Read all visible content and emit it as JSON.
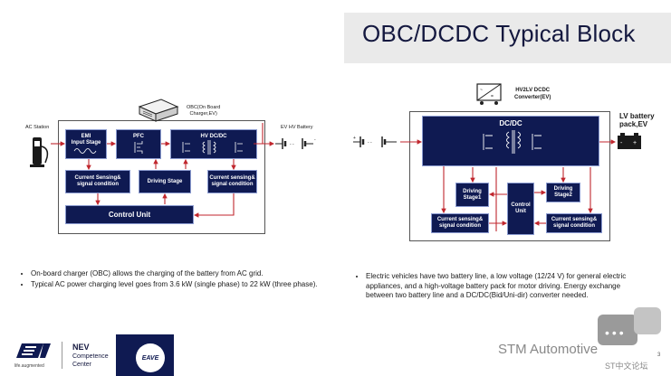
{
  "title": "OBC/DCDC Typical Block",
  "obc": {
    "ac_station": "AC Station",
    "obc_label": "OBC(On Board\nCharger,EV)",
    "ev_hv_battery": "EV HV Battery",
    "emi": "EMI\nInput Stage",
    "pfc": "PFC",
    "hv_dcdc": "HV DC/DC",
    "cs1": "Current Sensing&\nsignal condition",
    "driving": "Driving Stage",
    "cs2": "Current sensing&\nsignal condition",
    "control": "Control Unit"
  },
  "dcdc": {
    "label": "HV2LV DCDC\nConverter(EV)",
    "lv_battery": "LV battery\npack,EV",
    "dcdc": "DC/DC",
    "driving1": "Driving\nStage1",
    "driving2": "Driving\nStage2",
    "control": "Control\nUnit",
    "cs1": "Current sensing&\nsignal condition",
    "cs2": "Current sensing&\nsignal condition"
  },
  "bullets_left": [
    "On-board charger (OBC) allows the charging of the battery from AC grid.",
    "Typical AC power charging level goes from 3.6 kW (single phase) to 22 kW (three phase)."
  ],
  "bullets_right": [
    "Electric vehicles have two battery line, a low voltage (12/24 V) for general electric appliances, and a high-voltage battery pack for motor driving. Energy exchange between two battery line and a DC/DC(Bid/Uni-dir) converter needed."
  ],
  "footer": {
    "tagline": "life.augmented",
    "nev_line1": "NEV",
    "nev_line2": "Competence",
    "nev_line3": "Center",
    "brand": "EAVE",
    "watermark": "STM Automotive",
    "sub_watermark": "ST中文论坛",
    "page": "3"
  },
  "colors": {
    "block": "#0f1a52",
    "wire": "#c0262d",
    "title": "#14183f"
  }
}
